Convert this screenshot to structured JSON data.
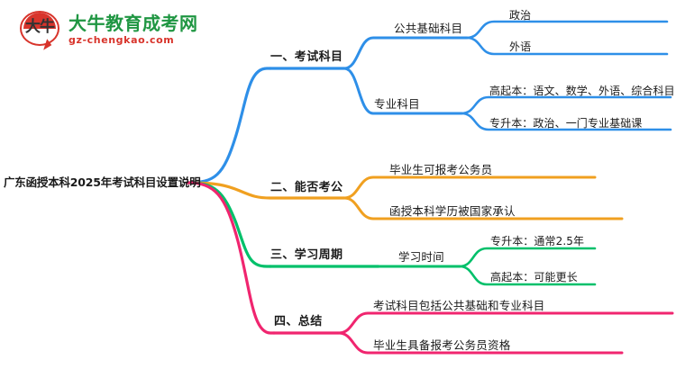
{
  "logo": {
    "mark_text": "大牛",
    "title": "大牛教育成考网",
    "subtitle": "gz-chengkao.com",
    "title_color": "#1f9642",
    "subtitle_color": "#d8342b",
    "mark_color": "#d8342b"
  },
  "mindmap": {
    "root": {
      "label": "广东函授本科2025年考试科目设置说明"
    },
    "branches": [
      {
        "label": "一、考试科目",
        "color": "#2E8FE8",
        "children": [
          {
            "label": "公共基础科目",
            "children": [
              {
                "label": "政治"
              },
              {
                "label": "外语"
              }
            ]
          },
          {
            "label": "专业科目",
            "children": [
              {
                "label": "高起本：语文、数学、外语、综合科目"
              },
              {
                "label": "专升本：政治、一门专业基础课"
              }
            ]
          }
        ]
      },
      {
        "label": "二、能否考公",
        "color": "#F0A020",
        "children": [
          {
            "label": "毕业生可报考公务员",
            "children": []
          },
          {
            "label": "函授本科学历被国家承认",
            "children": []
          }
        ]
      },
      {
        "label": "三、学习周期",
        "color": "#00C06A",
        "children": [
          {
            "label": "学习时间",
            "children": [
              {
                "label": "专升本：通常2.5年"
              },
              {
                "label": "高起本：可能更长"
              }
            ]
          }
        ]
      },
      {
        "label": "四、总结",
        "color": "#F0256F",
        "children": [
          {
            "label": "考试科目包括公共基础和专业科目",
            "children": []
          },
          {
            "label": "毕业生具备报考公务员资格",
            "children": []
          }
        ]
      }
    ]
  }
}
